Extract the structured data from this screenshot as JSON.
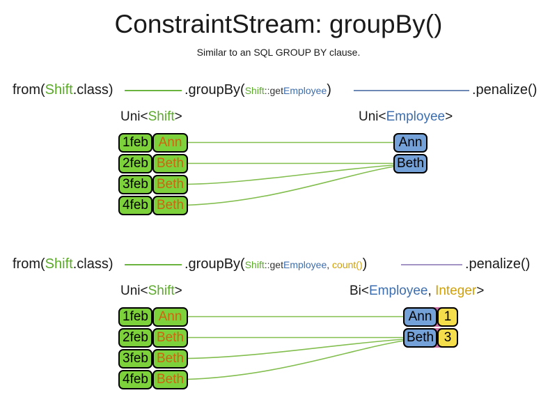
{
  "title": "ConstraintStream: groupBy()",
  "subtitle": "Similar to an SQL GROUP BY clause.",
  "colors": {
    "shift_green_text": "#5AAA28",
    "employee_blue_text": "#3C6EAF",
    "integer_gold_text": "#CFA008",
    "employee_name_orange_text": "#CE6310",
    "shift_box_fill": "#7DD23C",
    "employee_box_fill": "#74A1D8",
    "count_box_fill": "#F5DE4B",
    "bi_pair_seam_purple": "#C86EA6",
    "uni_shift_stream_line": "#6AB33E",
    "uni_employee_stream_line": "#6E88B5",
    "bi_stream_line": "#A393C5",
    "grouping_line": "#82BE4E"
  },
  "code1": {
    "from_pre": "from(",
    "from_type": "Shift",
    "from_post": ".class)",
    "groupby_open": ".groupBy(",
    "arg_shift": "Shift",
    "arg_getter": "::get",
    "arg_employee": "Employee",
    "groupby_close": ")",
    "penalize": ".penalize()"
  },
  "code2": {
    "from_pre": "from(",
    "from_type": "Shift",
    "from_post": ".class)",
    "groupby_open": ".groupBy(",
    "arg_shift": "Shift",
    "arg_getter": "::get",
    "arg_employee": "Employee",
    "arg_comma": ", ",
    "arg_count": "count()",
    "groupby_close": ")",
    "penalize": ".penalize()"
  },
  "section1": {
    "left_label": {
      "pre": "Uni<",
      "type": "Shift",
      "post": ">"
    },
    "right_label": {
      "pre": "Uni<",
      "type": "Employee",
      "post": ">"
    },
    "shifts": [
      {
        "date": "1feb",
        "employee": "Ann"
      },
      {
        "date": "2feb",
        "employee": "Beth"
      },
      {
        "date": "3feb",
        "employee": "Beth"
      },
      {
        "date": "4feb",
        "employee": "Beth"
      }
    ],
    "groups": [
      {
        "employee": "Ann"
      },
      {
        "employee": "Beth"
      }
    ],
    "connections": [
      {
        "from": "1feb",
        "to": "Ann"
      },
      {
        "from": "2feb",
        "to": "Beth"
      },
      {
        "from": "3feb",
        "to": "Beth"
      },
      {
        "from": "4feb",
        "to": "Beth"
      }
    ]
  },
  "section2": {
    "left_label": {
      "pre": "Uni<",
      "type": "Shift",
      "post": ">"
    },
    "right_label": {
      "pre": "Bi<",
      "type1": "Employee",
      "sep": ", ",
      "type2": "Integer",
      "post": ">"
    },
    "shifts": [
      {
        "date": "1feb",
        "employee": "Ann"
      },
      {
        "date": "2feb",
        "employee": "Beth"
      },
      {
        "date": "3feb",
        "employee": "Beth"
      },
      {
        "date": "4feb",
        "employee": "Beth"
      }
    ],
    "groups": [
      {
        "employee": "Ann",
        "count": "1"
      },
      {
        "employee": "Beth",
        "count": "3"
      }
    ],
    "connections": [
      {
        "from": "1feb",
        "to": "Ann"
      },
      {
        "from": "2feb",
        "to": "Beth"
      },
      {
        "from": "3feb",
        "to": "Beth"
      },
      {
        "from": "4feb",
        "to": "Beth"
      }
    ]
  }
}
